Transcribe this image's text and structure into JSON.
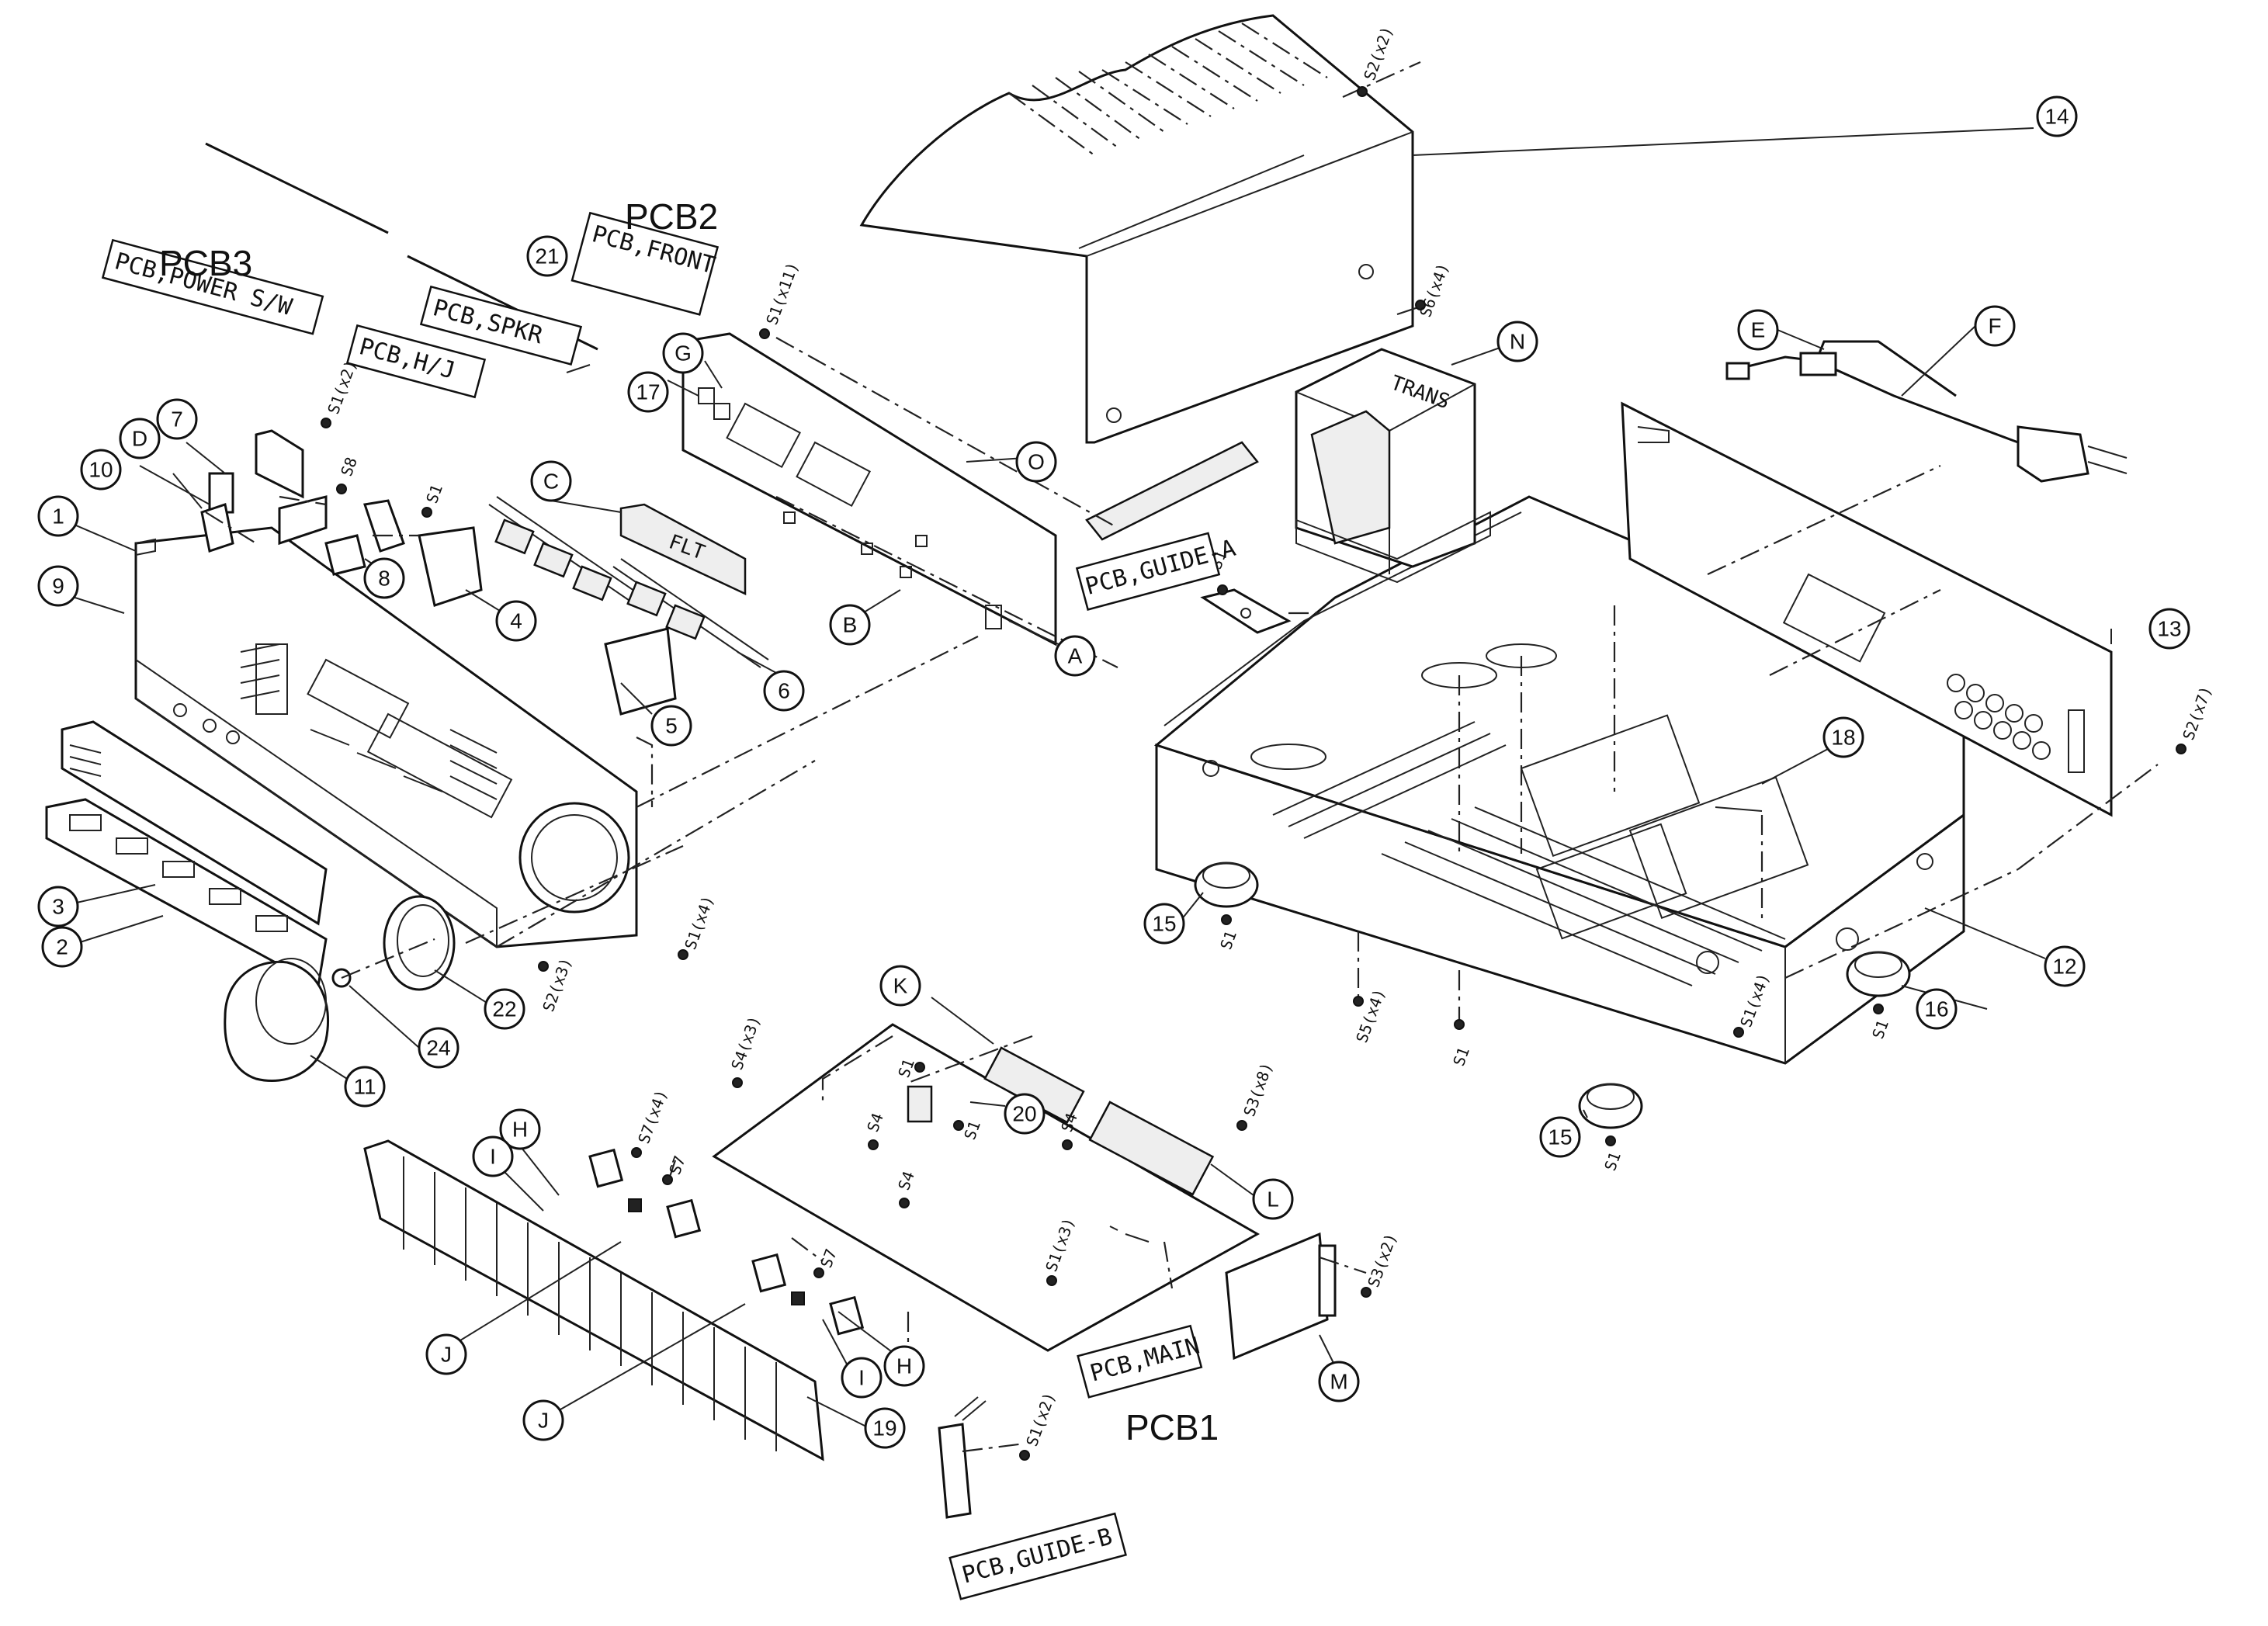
{
  "pcb_titles": {
    "pcb1": "PCB1",
    "pcb2": "PCB2",
    "pcb3": "PCB3"
  },
  "tags": {
    "power_sw": "PCB,POWER S/W",
    "h_j": "PCB,H/J",
    "spkr": "PCB,SPKR",
    "front": "PCB,FRONT",
    "guide_a": "PCB,GUIDE-A",
    "main": "PCB,MAIN",
    "guide_b": "PCB,GUIDE-B"
  },
  "inner_labels": {
    "flt": "FLT",
    "trans": "TRANS"
  },
  "callouts": {
    "c1": "1",
    "c2": "2",
    "c3": "3",
    "c4": "4",
    "c5": "5",
    "c6": "6",
    "c7": "7",
    "c8": "8",
    "c9": "9",
    "c10": "10",
    "c11": "11",
    "c12": "12",
    "c13": "13",
    "c14": "14",
    "c15a": "15",
    "c15b": "15",
    "c16": "16",
    "c17": "17",
    "c18": "18",
    "c19": "19",
    "c20": "20",
    "c21": "21",
    "c22": "22",
    "c24": "24",
    "cA": "A",
    "cB": "B",
    "cC": "C",
    "cD": "D",
    "cE": "E",
    "cF": "F",
    "cG": "G",
    "cH1": "H",
    "cH2": "H",
    "cI1": "I",
    "cI2": "I",
    "cJ1": "J",
    "cJ2": "J",
    "cK": "K",
    "cL": "L",
    "cM": "M",
    "cN": "N",
    "cO": "O"
  },
  "screws": {
    "s2x2_top": "S2(x2)",
    "s6x4": "S6(x4)",
    "s1x11": "S1(x11)",
    "s1x2_power": "S1(x2)",
    "s8": "S8",
    "s1_hj": "S1",
    "s1_guide_a": "S1",
    "s2x7": "S2(x7)",
    "s1x4_front": "S1(x4)",
    "s2x3": "S2(x3)",
    "s1_foot15a": "S1",
    "s5x4": "S5(x4)",
    "s1_chassis": "S1",
    "s1x4_chassis": "S1(x4)",
    "s1_foot16": "S1",
    "s1_foot15b": "S1",
    "s4x3": "S4(x3)",
    "s1_k": "S1",
    "s1_20": "S1",
    "s4_a": "S4",
    "s4_b": "S4",
    "s4_c": "S4",
    "s3x8": "S3(x8)",
    "s7x4": "S7(x4)",
    "s7_a": "S7",
    "s7_b": "S7",
    "s1x3": "S1(x3)",
    "s3x2": "S3(x2)",
    "s1x2_guide_b": "S1(x2)"
  }
}
